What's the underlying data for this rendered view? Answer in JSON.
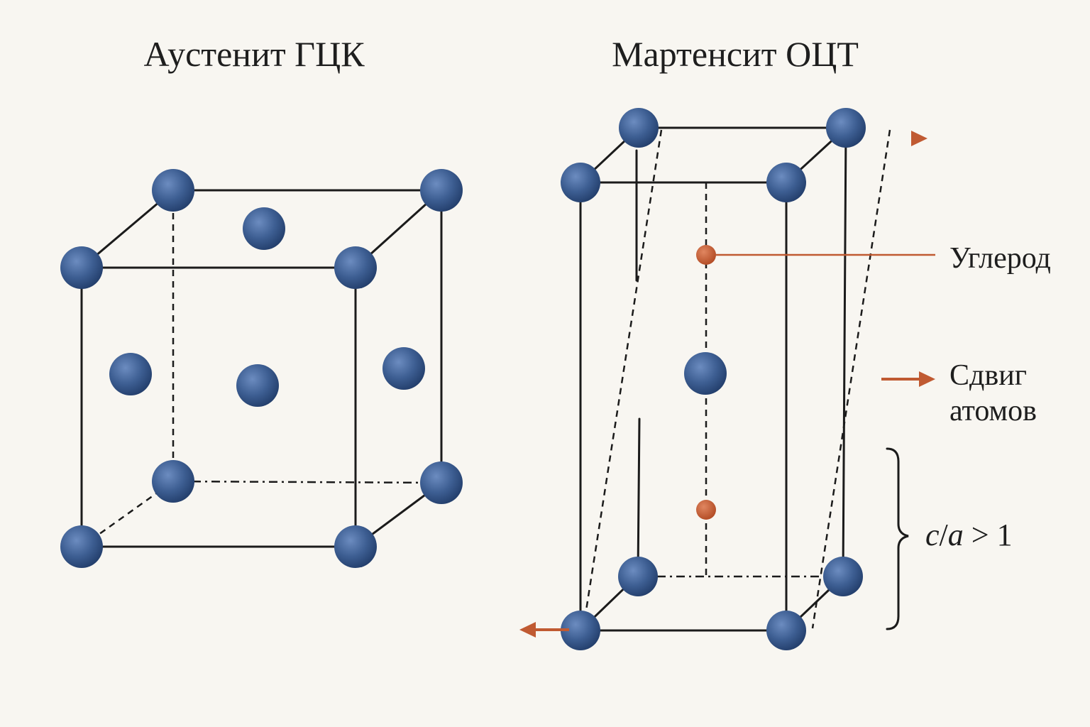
{
  "left_title": "Аустенит ГЦК",
  "right_title": "Мартенсит ОЦТ",
  "legend": {
    "carbon_label": "Углерод",
    "shift_label_line1": "Сдвиг",
    "shift_label_line2": "атомов"
  },
  "ratio": {
    "c": "c",
    "slash": "/",
    "a": "a",
    "rest": " > 1"
  },
  "colors": {
    "atom": "#3d5e92",
    "atom_dark": "#223d6a",
    "carbon": "#c4592f",
    "arrow": "#c05a32",
    "line": "#1b1b1b",
    "background": "#f8f6f1"
  }
}
